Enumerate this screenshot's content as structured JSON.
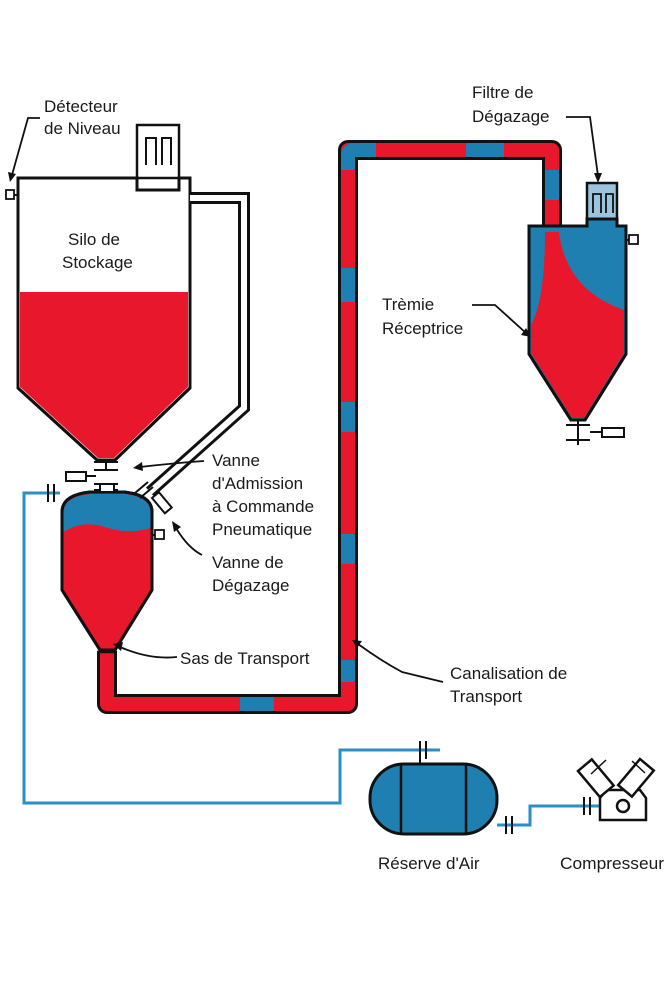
{
  "colors": {
    "material": "#e8172b",
    "air": "#1e7fb0",
    "filter": "#9cc4dd",
    "outline": "#111111",
    "air_line": "#2b8fc6",
    "background": "#ffffff"
  },
  "labels": {
    "level_detector": [
      "Détecteur",
      "de Niveau"
    ],
    "storage_silo": [
      "Silo de",
      "Stockage"
    ],
    "inlet_valve": [
      "Vanne",
      "d'Admission",
      "à Commande",
      "Pneumatique"
    ],
    "vent_valve": [
      "Vanne de",
      "Dégazage"
    ],
    "transport_lock": [
      "Sas de Transport"
    ],
    "transport_pipe": [
      "Canalisation de",
      "Transport"
    ],
    "vent_filter": [
      "Filtre de",
      "Dégazage"
    ],
    "receiving_hopper": [
      "Trèmie",
      "Réceptrice"
    ],
    "air_reserve": [
      "Réserve d'Air"
    ],
    "compressor": [
      "Compresseur"
    ]
  },
  "icons": {
    "valve": "valve-icon",
    "compressor": "compressor-icon",
    "air_tank": "air-tank-icon"
  }
}
